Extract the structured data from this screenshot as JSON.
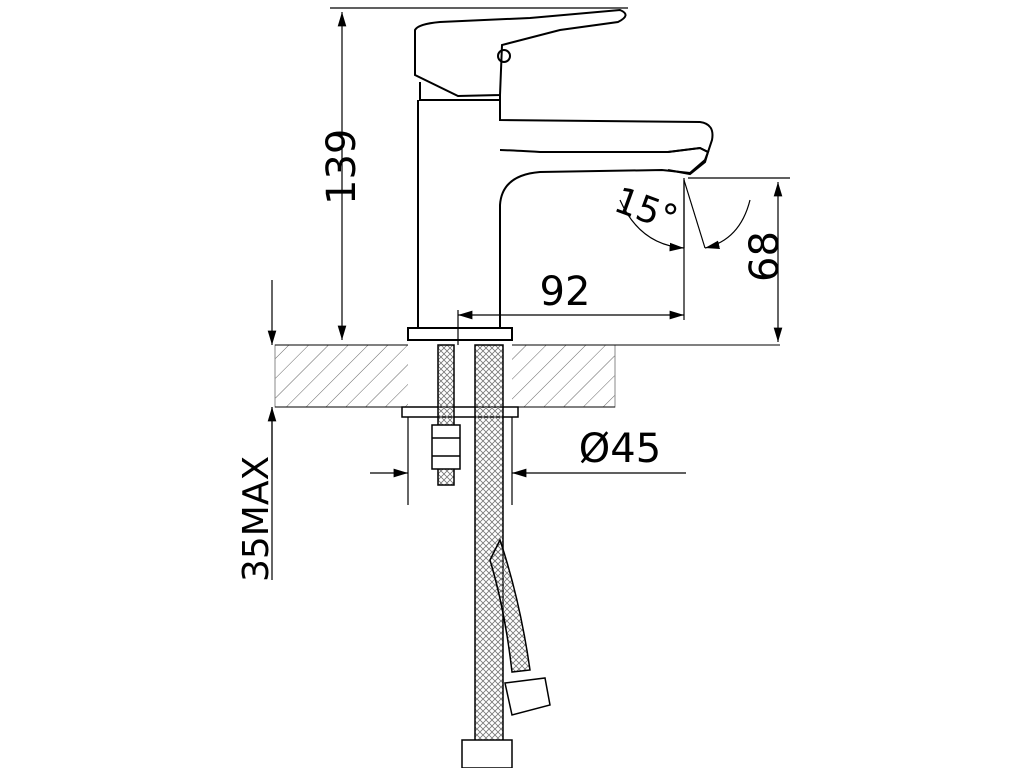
{
  "dimensions": {
    "height_total": "139",
    "spout_reach": "92",
    "spout_height": "68",
    "tilt_angle": "15°",
    "base_diameter": "Ø45",
    "max_counter_thickness": "35MAX"
  },
  "colors": {
    "line": "#000000",
    "hatch": "#555555",
    "background": "#ffffff"
  }
}
